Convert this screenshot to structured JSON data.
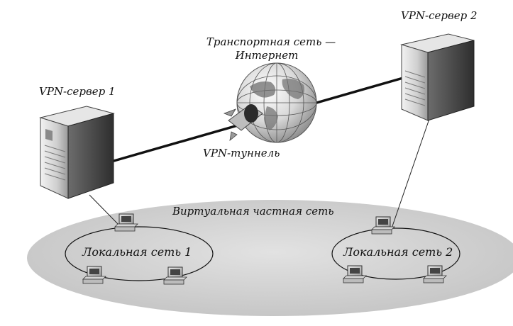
{
  "labels": {
    "server1": "VPN-сервер 1",
    "server2": "VPN-сервер 2",
    "transport_line1": "Транспортная сеть —",
    "transport_line2": "Интернет",
    "tunnel": "VPN-туннель",
    "vpn": "Виртуальная частная сеть",
    "lan1": "Локальная сеть 1",
    "lan2": "Локальная сеть 2"
  },
  "icons": {
    "server": "server-tower-icon",
    "globe": "globe-icon",
    "workstation": "desktop-computer-icon"
  }
}
